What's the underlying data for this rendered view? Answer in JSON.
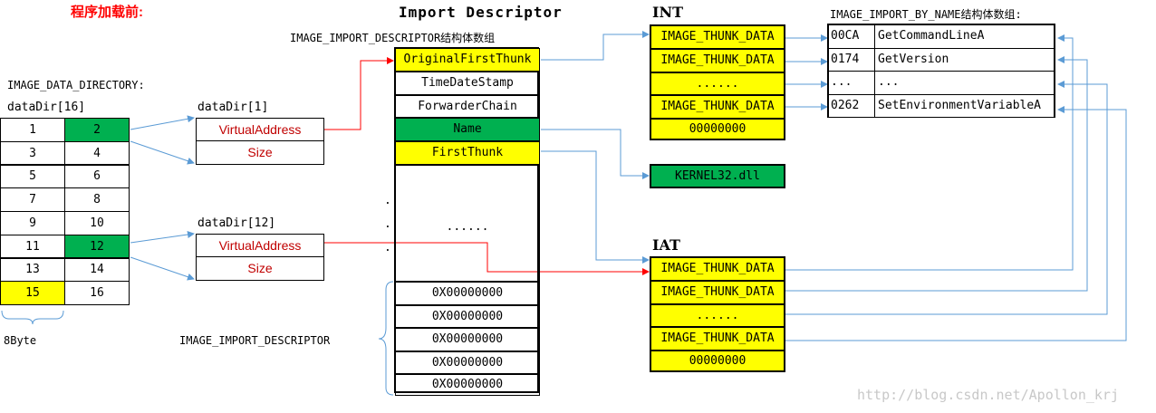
{
  "labels": {
    "before_load": "程序加载前:",
    "import_descriptor_title": "Import Descriptor",
    "import_descriptor_struct": "IMAGE_IMPORT_DESCRIPTOR结构体数组",
    "int_title": "INT",
    "iat_title": "IAT",
    "import_by_name_title": "IMAGE_IMPORT_BY_NAME结构体数组:",
    "data_directory": "IMAGE_DATA_DIRECTORY:",
    "datadir_16": "dataDir[16]",
    "datadir_1": "dataDir[1]",
    "datadir_12": "dataDir[12]",
    "eight_byte": "8Byte",
    "import_descriptor_brace": "IMAGE_IMPORT_DESCRIPTOR",
    "watermark": "http://blog.csdn.net/Apollon_krj",
    "dot": "."
  },
  "datadir_grid": [
    [
      "1",
      "2"
    ],
    [
      "3",
      "4"
    ],
    [
      "5",
      "6"
    ],
    [
      "7",
      "8"
    ],
    [
      "9",
      "10"
    ],
    [
      "11",
      "12"
    ],
    [
      "13",
      "14"
    ],
    [
      "15",
      "16"
    ]
  ],
  "datadir_1_fields": [
    "VirtualAddress",
    "Size"
  ],
  "datadir_12_fields": [
    "VirtualAddress",
    "Size"
  ],
  "descriptor_fields": [
    "OriginalFirstThunk",
    "TimeDateStamp",
    "ForwarderChain",
    "Name",
    "FirstThunk"
  ],
  "descriptor_ellipsis": "......",
  "descriptor_zero_rows": [
    "0X00000000",
    "0X00000000",
    "0X00000000",
    "0X00000000",
    "0X00000000"
  ],
  "int_rows": [
    "IMAGE_THUNK_DATA",
    "IMAGE_THUNK_DATA",
    "......",
    "IMAGE_THUNK_DATA",
    "00000000"
  ],
  "iat_rows": [
    "IMAGE_THUNK_DATA",
    "IMAGE_THUNK_DATA",
    "......",
    "IMAGE_THUNK_DATA",
    "00000000"
  ],
  "dll_name": "KERNEL32.dll",
  "import_by_name_rows": [
    {
      "hint": "00CA",
      "name": "GetCommandLineA"
    },
    {
      "hint": "0174",
      "name": "GetVersion"
    },
    {
      "hint": "...",
      "name": "..."
    },
    {
      "hint": "0262",
      "name": "SetEnvironmentVariableA"
    }
  ],
  "colors": {
    "yellow": "#ffff00",
    "green": "#00b050",
    "red_text": "#c00000",
    "arrow_blue": "#5b9bd5",
    "arrow_red": "#ff0000"
  }
}
